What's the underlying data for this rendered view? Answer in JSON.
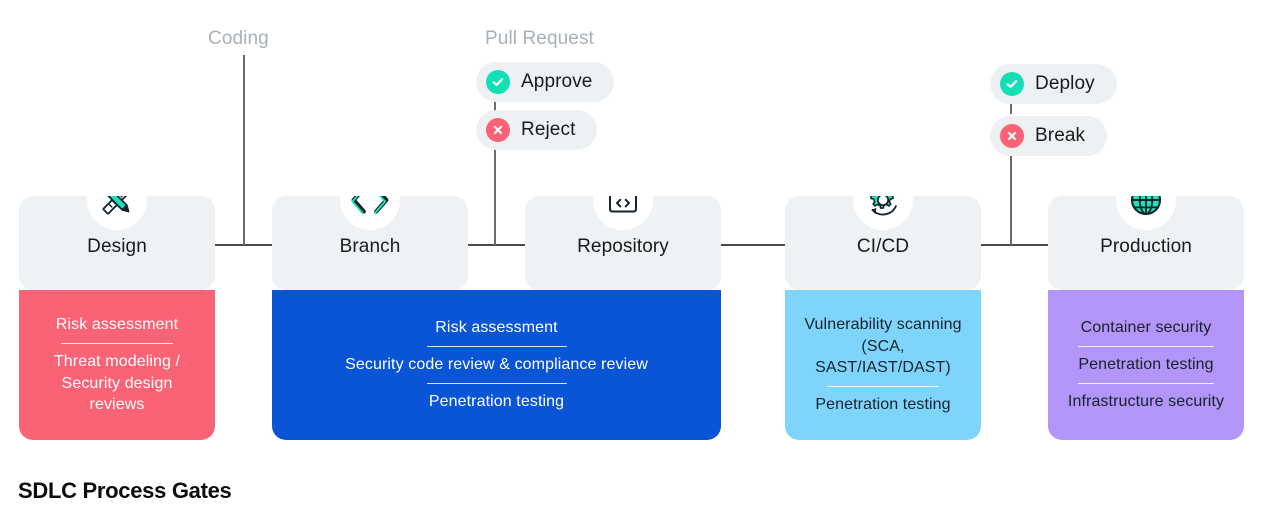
{
  "caption": "SDLC Process Gates",
  "phases": [
    {
      "name": "coding",
      "label": "Coding"
    },
    {
      "name": "pull-request",
      "label": "Pull Request"
    }
  ],
  "pills": [
    {
      "name": "approve",
      "label": "Approve",
      "status": "ok",
      "icon": "check-circle-icon"
    },
    {
      "name": "reject",
      "label": "Reject",
      "status": "no",
      "icon": "x-circle-icon"
    },
    {
      "name": "deploy",
      "label": "Deploy",
      "status": "ok",
      "icon": "check-circle-icon"
    },
    {
      "name": "break",
      "label": "Break",
      "status": "no",
      "icon": "x-circle-icon"
    }
  ],
  "stages": [
    {
      "id": "design",
      "title": "Design",
      "icon": "ruler-pencil-icon",
      "color": "#fa6275",
      "items": [
        "Risk assessment",
        "Threat modeling /\nSecurity design\nreviews"
      ]
    },
    {
      "id": "branch",
      "title": "Branch",
      "icon": "code-brackets-icon",
      "color": "#0a54d6",
      "items": []
    },
    {
      "id": "repository",
      "title": "Repository",
      "icon": "browser-code-icon",
      "color": "#0a54d6",
      "items": []
    },
    {
      "id": "cicd",
      "title": "CI/CD",
      "icon": "gear-refresh-icon",
      "color": "#7fd4fb",
      "items": [
        "Vulnerability scanning\n(SCA,\nSAST/IAST/DAST)",
        "Penetration testing"
      ]
    },
    {
      "id": "production",
      "title": "Production",
      "icon": "globe-icon",
      "color": "#b394f7",
      "items": [
        "Container security",
        "Penetration testing",
        "Infrastructure security"
      ]
    }
  ],
  "merged_body": {
    "id": "branch-repository-body",
    "color": "#0a54d6",
    "items": [
      "Risk assessment",
      "Security code review & compliance review",
      "Penetration testing"
    ]
  },
  "colors": {
    "card_header": "#eef2f5",
    "pill_bg": "#edf1f4",
    "ok": "#12e0b4",
    "no": "#fa6275",
    "accent_teal": "#12e0b4",
    "line": "#4a4a4a",
    "phase_label": "#a9b0b7",
    "text_dark": "#16232e"
  }
}
